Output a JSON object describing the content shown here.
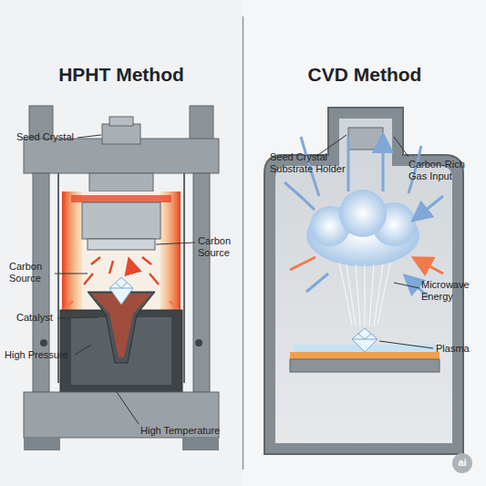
{
  "diagram": {
    "nodes": [
      {
        "text": [
          "HPHT Method"
        ]
      },
      {
        "text": [
          "CVD Method"
        ]
      }
    ],
    "labels": [
      "Seed Crystal",
      "Carbon Source",
      "Carbon Source",
      "Catalyst",
      "High Pressure",
      "High Temperature",
      "Seed Crystal Substrate Holder",
      "Carbon-Rich Gas Input",
      "Microwave Energy",
      "Plasma",
      "ai"
    ]
  }
}
